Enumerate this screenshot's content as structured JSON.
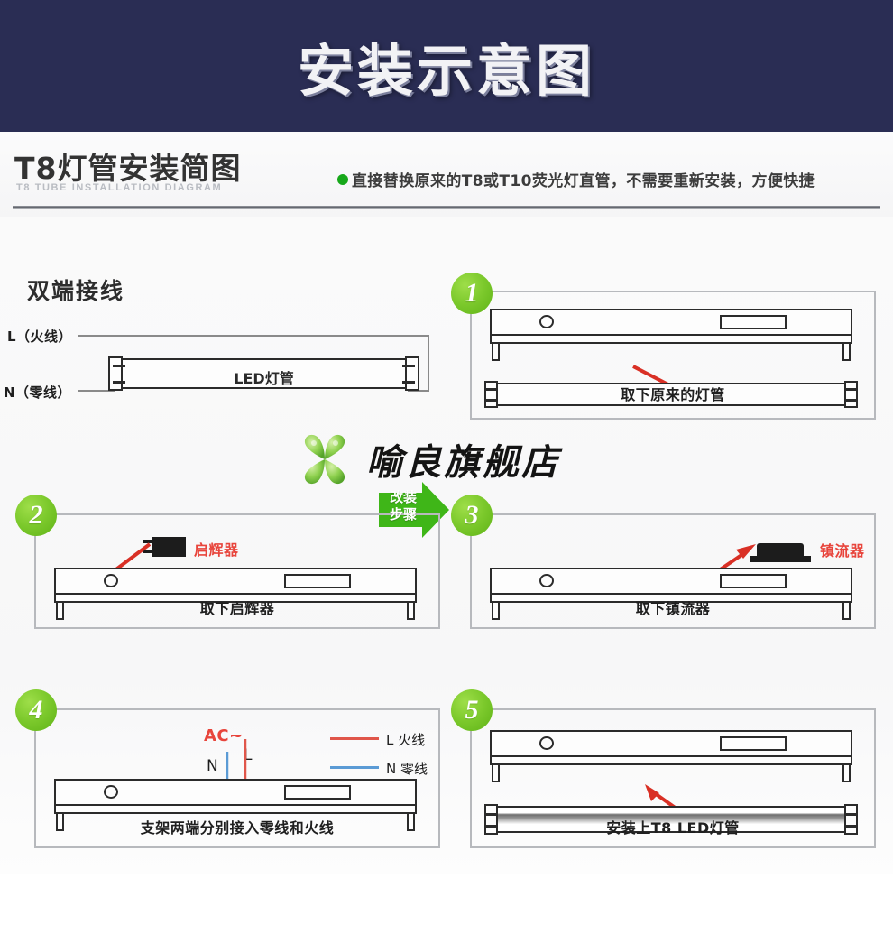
{
  "banner": {
    "title": "安装示意图",
    "bg_color": "#2a2d54"
  },
  "subheader": {
    "title_cn": "T8灯管安装简图",
    "title_en": "T8 TUBE INSTALLATION DIAGRAM",
    "tagline": "直接替换原来的T8或T10荧光灯直管，不需要重新安装，方便快捷",
    "bullet_color": "#17a81a"
  },
  "wiring_diagram": {
    "title": "双端接线",
    "live_label": "L（火线）",
    "neutral_label": "N（零线）",
    "tube_label": "LED灯管"
  },
  "step_arrow": {
    "line1": "改装",
    "line2": "步骤",
    "color": "#3fb618"
  },
  "watermark": {
    "text": "喻良旗舰店",
    "logo": "four-leaf-clover-icon"
  },
  "steps": [
    {
      "number": "1",
      "caption": "取下原来的灯管",
      "annotation": ""
    },
    {
      "number": "2",
      "caption": "取下启辉器",
      "annotation": "启辉器"
    },
    {
      "number": "3",
      "caption": "取下镇流器",
      "annotation": "镇流器"
    },
    {
      "number": "4",
      "caption": "支架两端分别接入零线和火线",
      "annotation": "AC~"
    },
    {
      "number": "5",
      "caption": "安装上T8 LED灯管",
      "annotation": ""
    }
  ],
  "step4": {
    "ac_label": "AC~",
    "n_marker": "N",
    "l_marker": "L",
    "legend": [
      {
        "label": "L 火线",
        "color": "#e0564a"
      },
      {
        "label": "N 零线",
        "color": "#5b9bd5"
      }
    ]
  },
  "colors": {
    "badge_green": "#7cc92c",
    "arrow_red": "#d93025",
    "label_red": "#e8453c",
    "live_red": "#e0564a",
    "neutral_blue": "#5b9bd5",
    "outline": "#2b2b2b",
    "panel_border": "#b7b9bd"
  }
}
